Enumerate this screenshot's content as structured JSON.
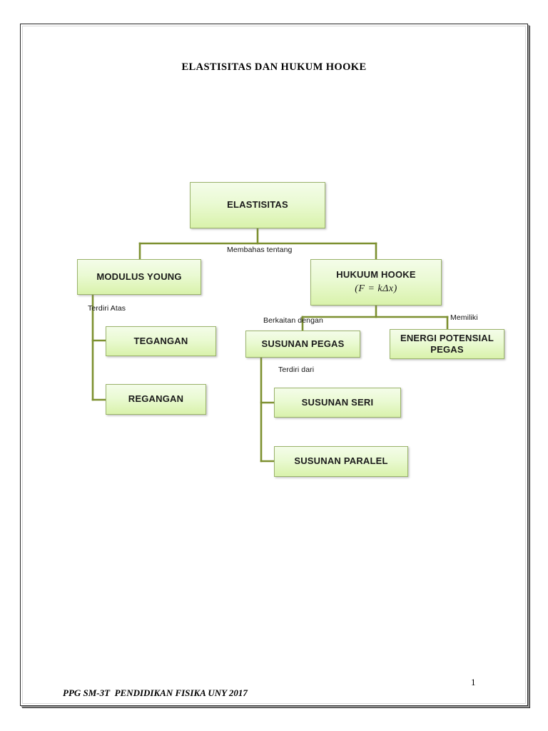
{
  "document": {
    "title": "ELASTISITAS DAN HUKUM HOOKE",
    "footer": "PPG SM-3T  PENDIDIKAN FISIKA UNY 2017",
    "page_number": "1"
  },
  "theme": {
    "node_border": "#9ab36a",
    "node_fill_top": "#f4fce9",
    "node_fill_bottom": "#d9f2ab",
    "connector": "#7d9030",
    "page_border": "#262626",
    "text": "#1a1a1a"
  },
  "diagram": {
    "type": "tree",
    "nodes": [
      {
        "id": "elastisitas",
        "label": "ELASTISITAS"
      },
      {
        "id": "modulus-young",
        "label": "MODULUS YOUNG"
      },
      {
        "id": "hukuum-hooke",
        "label": "HUKUUM HOOKE",
        "formula": "(F = kΔx)"
      },
      {
        "id": "tegangan",
        "label": "TEGANGAN"
      },
      {
        "id": "regangan",
        "label": "REGANGAN"
      },
      {
        "id": "susunan-pegas",
        "label": "SUSUNAN PEGAS"
      },
      {
        "id": "energi-potensial-pegas",
        "label": "ENERGI POTENSIAL",
        "label2": "PEGAS"
      },
      {
        "id": "susunan-seri",
        "label": "SUSUNAN SERI"
      },
      {
        "id": "susunan-paralel",
        "label": "SUSUNAN PARALEL"
      }
    ],
    "edge_labels": [
      {
        "id": "membahas-tentang",
        "text": "Membahas tentang"
      },
      {
        "id": "terdiri-atas",
        "text": "Terdiri Atas"
      },
      {
        "id": "berkaitan-dengan",
        "text": "Berkaitan dengan"
      },
      {
        "id": "memiliki",
        "text": "Memiliki"
      },
      {
        "id": "terdiri-dari",
        "text": "Terdiri dari"
      }
    ]
  }
}
